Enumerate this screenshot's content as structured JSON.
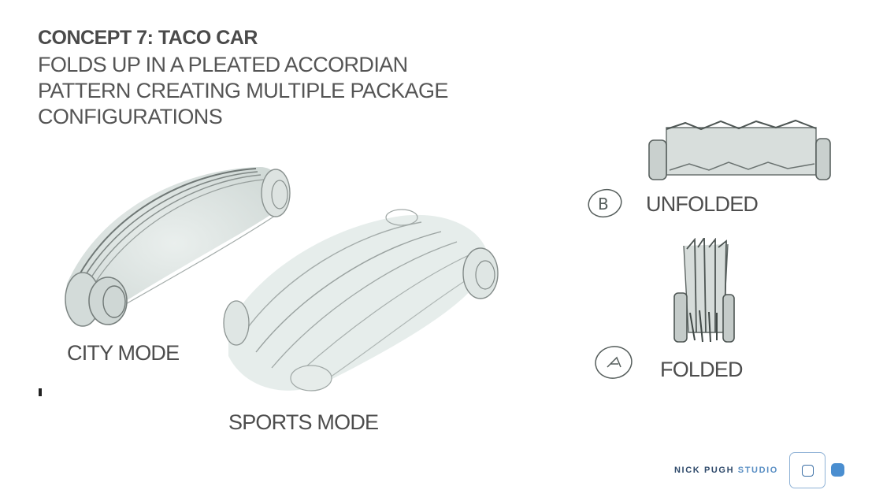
{
  "slide": {
    "title": "CONCEPT 7: TACO CAR",
    "description_lines": [
      "FOLDS UP IN A PLEATED ACCORDIAN",
      "PATTERN CREATING MULTIPLE PACKAGE",
      "CONFIGURATIONS"
    ]
  },
  "sketches": {
    "city_label": "CITY MODE",
    "sports_label": "SPORTS MODE",
    "unfolded_label": "UNFOLDED",
    "folded_label": "FOLDED",
    "unfolded_marker": "B",
    "folded_marker": "A"
  },
  "logo": {
    "name": "NICK PUGH",
    "studio": "STUDIO"
  }
}
